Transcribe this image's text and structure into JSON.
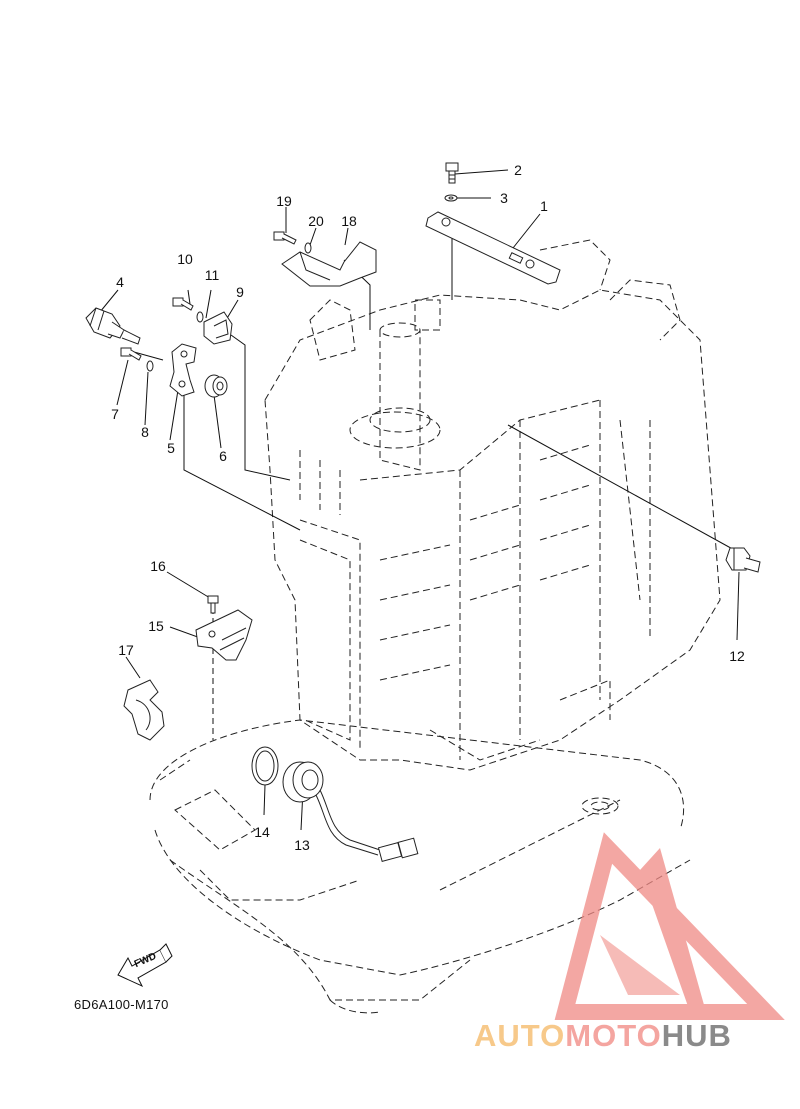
{
  "diagram": {
    "code": "6D6A100-M170",
    "fwd_label": "FWD",
    "callouts": [
      "1",
      "2",
      "3",
      "4",
      "5",
      "6",
      "7",
      "8",
      "9",
      "10",
      "11",
      "12",
      "13",
      "14",
      "15",
      "16",
      "17",
      "18",
      "19",
      "20"
    ]
  },
  "watermark": {
    "part1": "AUTO",
    "part2": "MOTO",
    "part3": "HUB",
    "colors": {
      "orange": "#f7c98a",
      "red": "#f4a5a0",
      "gray": "#8a8a8a"
    }
  }
}
